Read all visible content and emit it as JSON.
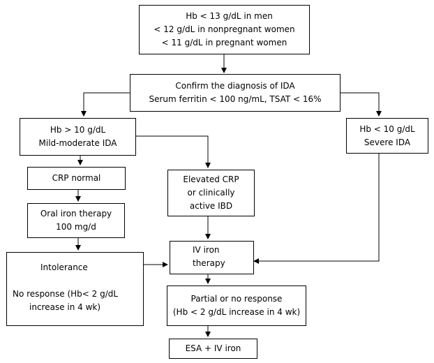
{
  "nodes": {
    "hb_threshold": {
      "lines": [
        "Hb < 13 g/dL in men",
        "< 12 g/dL in nonpregnant women",
        "< 11 g/dL in pregnant women"
      ]
    },
    "confirm_diagnosis": {
      "lines": [
        "Confirm the diagnosis of IDA",
        "Serum ferritin < 100 ng/mL, TSAT < 16%"
      ]
    },
    "mild_moderate": {
      "lines": [
        "Hb > 10 g/dL",
        "Mild-moderate IDA"
      ]
    },
    "severe": {
      "lines": [
        "Hb < 10 g/dL",
        "Severe IDA"
      ]
    },
    "crp_normal": {
      "lines": [
        "CRP normal"
      ]
    },
    "elevated_crp": {
      "lines": [
        "Elevated CRP",
        "or clinically",
        "active IBD"
      ]
    },
    "oral_iron": {
      "lines": [
        "Oral iron therapy",
        "100 mg/d"
      ]
    },
    "iv_iron": {
      "lines": [
        "IV iron",
        "therapy"
      ]
    },
    "intolerance": {
      "lines": [
        "Intolerance",
        "",
        "No response (Hb< 2 g/dL",
        "increase in 4 wk)"
      ]
    },
    "partial_response": {
      "lines": [
        "Partial or no response",
        "(Hb < 2 g/dL increase in 4 wk)"
      ]
    },
    "esa": {
      "lines": [
        "ESA + IV iron"
      ]
    }
  }
}
